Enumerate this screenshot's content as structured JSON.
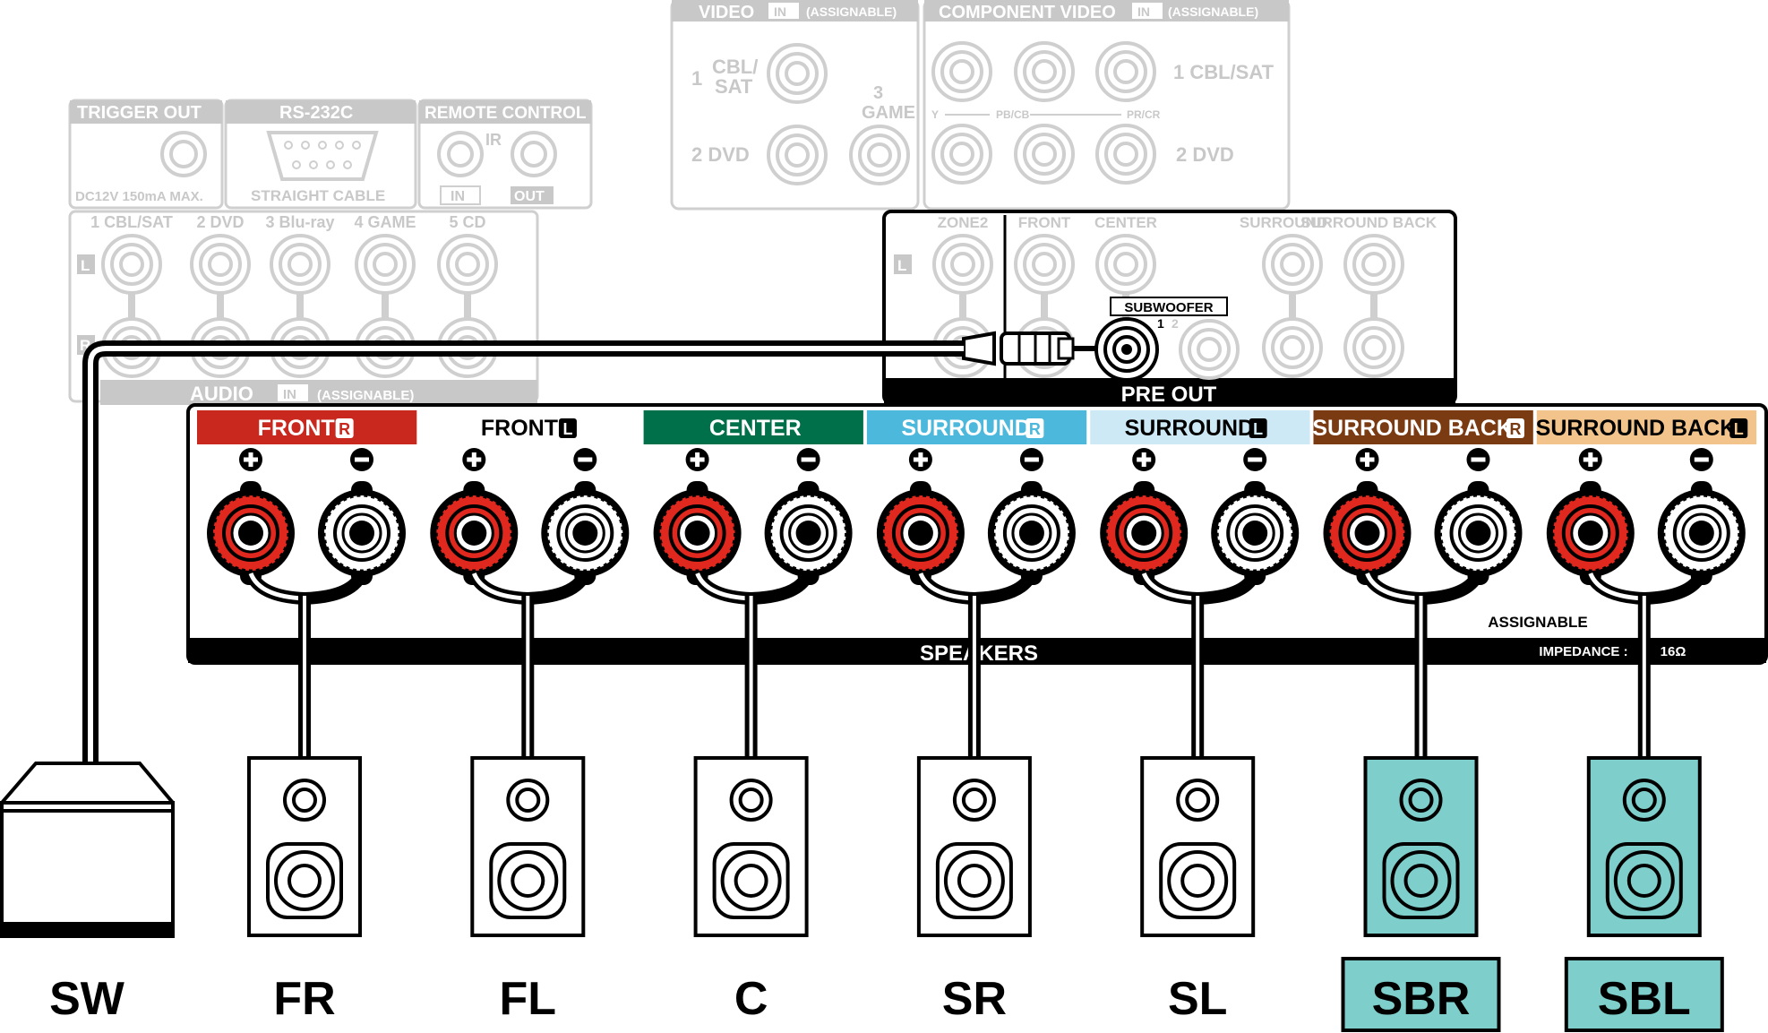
{
  "panel": {
    "video_header": "VIDEO",
    "video_in": "IN",
    "video_assignable": "(ASSIGNABLE)",
    "video_1": "1",
    "video_1_name": "CBL/\nSAT",
    "video_2": "2  DVD",
    "video_3_num": "3",
    "video_3": "GAME",
    "component_header": "COMPONENT VIDEO",
    "component_in": "IN",
    "component_assignable": "(ASSIGNABLE)",
    "component_1": "1 CBL/SAT",
    "component_2": "2 DVD",
    "component_y": "Y",
    "component_pb": "PB/CB",
    "component_pr": "PR/CR",
    "trigger_header": "TRIGGER OUT",
    "trigger_spec": "DC12V 150mA MAX.",
    "rs232_header": "RS-232C",
    "rs232_cable": "STRAIGHT CABLE",
    "remote_header": "REMOTE CONTROL",
    "remote_ir": "IR",
    "remote_in": "IN",
    "remote_out": "OUT",
    "audio_inputs": [
      "1 CBL/SAT",
      "2 DVD",
      "3 Blu-ray",
      "4 GAME",
      "5 CD"
    ],
    "audio_l": "L",
    "audio_r": "R",
    "audio_footer": "AUDIO",
    "audio_in": "IN",
    "audio_assignable": "(ASSIGNABLE)",
    "preout_labels": [
      "ZONE2",
      "FRONT",
      "CENTER",
      "SURROUND",
      "SURROUND BACK"
    ],
    "preout_l": "L",
    "subwoofer": "SUBWOOFER",
    "sub_1": "1",
    "sub_2": "2",
    "preout_footer": "PRE OUT",
    "speakers_footer": "SPEAKERS",
    "assignable": "ASSIGNABLE",
    "impedance": "IMPEDANCE :",
    "impedance_value": "16Ω"
  },
  "channels": [
    {
      "label": "FRONT",
      "side": "R",
      "bg": "#c8281e",
      "fg": "#ffffff"
    },
    {
      "label": "FRONT",
      "side": "L",
      "bg": "#ffffff",
      "fg": "#000000"
    },
    {
      "label": "CENTER",
      "side": "",
      "bg": "#00704a",
      "fg": "#ffffff"
    },
    {
      "label": "SURROUND",
      "side": "R",
      "bg": "#4cb8dc",
      "fg": "#ffffff"
    },
    {
      "label": "SURROUND",
      "side": "L",
      "bg": "#cde9f5",
      "fg": "#000000"
    },
    {
      "label": "SURROUND BACK",
      "side": "R",
      "bg": "#7a3b12",
      "fg": "#ffffff"
    },
    {
      "label": "SURROUND BACK",
      "side": "L",
      "bg": "#f2c48c",
      "fg": "#000000"
    }
  ],
  "speakers": [
    {
      "code": "SW",
      "highlight": false
    },
    {
      "code": "FR",
      "highlight": false
    },
    {
      "code": "FL",
      "highlight": false
    },
    {
      "code": "C",
      "highlight": false
    },
    {
      "code": "SR",
      "highlight": false
    },
    {
      "code": "SL",
      "highlight": false
    },
    {
      "code": "SBR",
      "highlight": true
    },
    {
      "code": "SBL",
      "highlight": true
    }
  ],
  "colors": {
    "terminal_red": "#e0281e",
    "highlight_fill": "#7ecfcb",
    "ghost": "#c8c8c8"
  }
}
